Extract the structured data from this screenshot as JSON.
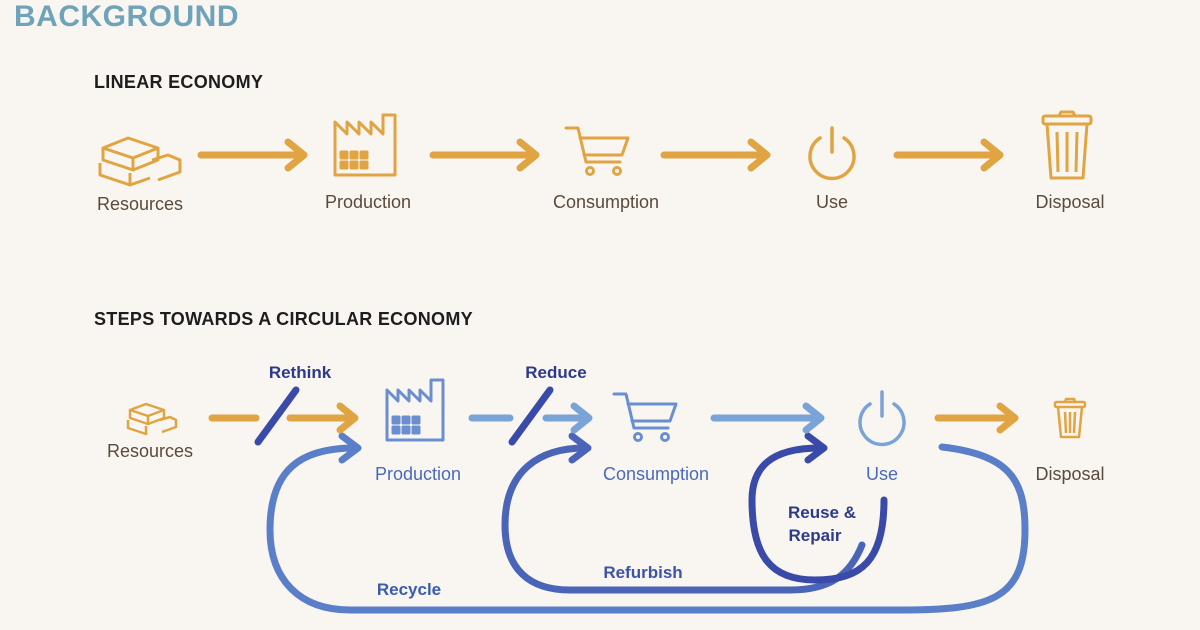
{
  "page_title": "BACKGROUND",
  "linear": {
    "title": "LINEAR ECONOMY",
    "steps": [
      {
        "label": "Resources",
        "icon": "bricks-icon"
      },
      {
        "label": "Production",
        "icon": "factory-icon"
      },
      {
        "label": "Consumption",
        "icon": "shopping-cart-icon"
      },
      {
        "label": "Use",
        "icon": "power-icon"
      },
      {
        "label": "Disposal",
        "icon": "trash-can-icon"
      }
    ]
  },
  "circular": {
    "title": "STEPS TOWARDS A CIRCULAR ECONOMY",
    "steps": [
      {
        "label": "Resources",
        "icon": "bricks-icon"
      },
      {
        "label": "Production",
        "icon": "factory-icon"
      },
      {
        "label": "Consumption",
        "icon": "shopping-cart-icon"
      },
      {
        "label": "Use",
        "icon": "power-icon"
      },
      {
        "label": "Disposal",
        "icon": "trash-can-icon"
      }
    ],
    "strategies": {
      "rethink": "Rethink",
      "reduce": "Reduce",
      "reuse_line1": "Reuse &",
      "reuse_line2": "Repair",
      "refurbish": "Refurbish",
      "recycle": "Recycle"
    }
  },
  "colors": {
    "title": "#6fa3ba",
    "orange": "#e0a443",
    "blue_light": "#7aa3d8",
    "blue_mid": "#5a7fc8",
    "blue_dark": "#3a4aa8",
    "text_brown": "#5a4a3a",
    "text_blue": "#4a6ab8",
    "label_navy": "#2d3a8c"
  }
}
